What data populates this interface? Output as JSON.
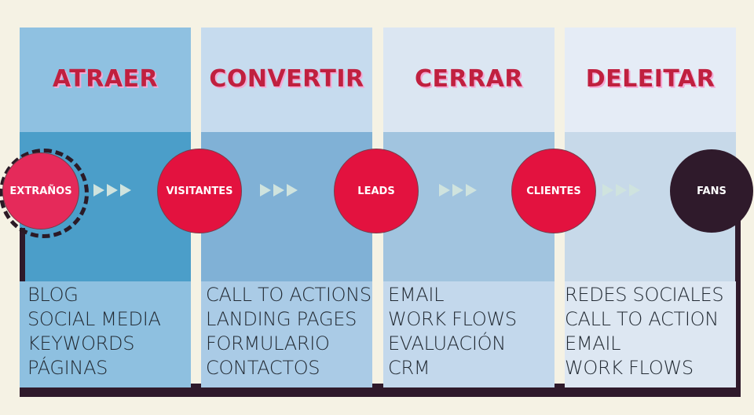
{
  "stages": [
    {
      "title": "ATRAER",
      "items": [
        "BLOG",
        "SOCIAL MEDIA",
        "KEYWORDS",
        "PÁGINAS"
      ]
    },
    {
      "title": "CONVERTIR",
      "items": [
        "CALL TO ACTIONS",
        "LANDING PAGES",
        "FORMULARIO",
        "CONTACTOS"
      ]
    },
    {
      "title": "CERRAR",
      "items": [
        "EMAIL",
        "WORK FLOWS",
        "EVALUACIÓN",
        "CRM"
      ]
    },
    {
      "title": "DELEITAR",
      "items": [
        "REDES SOCIALES",
        "CALL TO ACTION",
        "EMAIL",
        "WORK FLOWS"
      ]
    }
  ],
  "nodes": [
    "EXTRAÑOS",
    "VISITANTES",
    "LEADS",
    "CLIENTES",
    "FANS"
  ],
  "colors": {
    "accent": "#e3123f",
    "dark": "#2f1a2b",
    "title": "#c0203f"
  }
}
